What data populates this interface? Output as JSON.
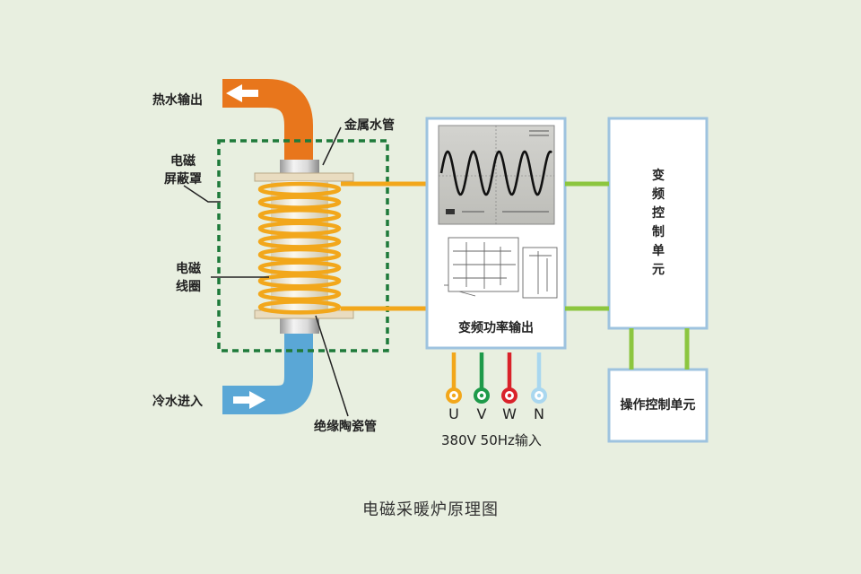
{
  "labels": {
    "hot_water_out": "热水输出",
    "cold_water_in": "冷水进入",
    "shield_line1": "电磁",
    "shield_line2": "屏蔽罩",
    "coil_line1": "电磁",
    "coil_line2": "线圈",
    "metal_pipe": "金属水管",
    "ceramic_pipe": "绝缘陶瓷管"
  },
  "boxes": {
    "power_output": "变频功率输出",
    "vf_control": "变频控制单元",
    "op_control": "操作控制单元"
  },
  "phases": [
    "U",
    "V",
    "W",
    "N"
  ],
  "supply": "380V 50Hz输入",
  "caption": "电磁采暖炉原理图",
  "colors": {
    "hot_pipe": "#e8761c",
    "cold_pipe": "#5aa7d6",
    "coil": "#f2a71b",
    "shield": "#1e7a3a",
    "box_border": "#9ec3df",
    "green_link": "#8cc63f",
    "phase_U": "#f2a71b",
    "phase_V": "#1e9a4a",
    "phase_W": "#d9222a",
    "phase_N": "#a9d7ef"
  }
}
